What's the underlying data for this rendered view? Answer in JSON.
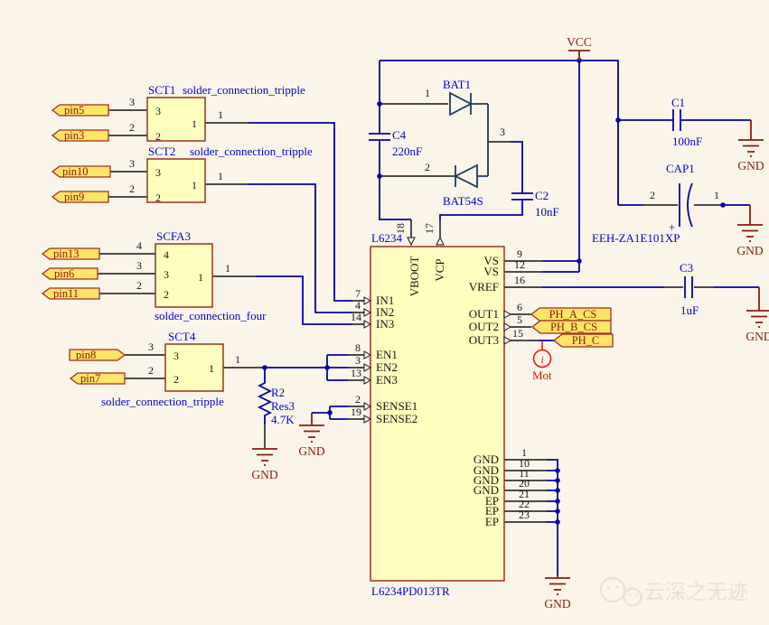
{
  "power": {
    "vcc": "VCC",
    "gnd": "GND"
  },
  "connectors": {
    "sct1": {
      "designator": "SCT1",
      "comment": "solder_connection_tripple",
      "inputs": [
        {
          "port": "pin5",
          "pin": "3"
        },
        {
          "port": "pin3",
          "pin": "2"
        }
      ],
      "output_pin": "1"
    },
    "sct2": {
      "designator": "SCT2",
      "comment": "solder_connection_tripple",
      "inputs": [
        {
          "port": "pin10",
          "pin": "3"
        },
        {
          "port": "pin9",
          "pin": "2"
        }
      ],
      "output_pin": "1"
    },
    "scfa3": {
      "designator": "SCFA3",
      "comment": "solder_connection_four",
      "inputs": [
        {
          "port": "pin13",
          "pin": "4"
        },
        {
          "port": "pin6",
          "pin": "3"
        },
        {
          "port": "pin11",
          "pin": "2"
        }
      ],
      "output_pin": "1"
    },
    "sct4": {
      "designator": "SCT4",
      "comment": "solder_connection_tripple",
      "inputs": [
        {
          "port": "pin8",
          "pin": "3"
        },
        {
          "port": "pin7",
          "pin": "2"
        }
      ],
      "output_pin": "1"
    }
  },
  "ic": {
    "designator": "L6234",
    "part_number": "L6234PD013TR",
    "top_pins": [
      {
        "num": "18",
        "name": "VBOOT"
      },
      {
        "num": "17",
        "name": "VCP"
      }
    ],
    "left_pins": [
      {
        "num": "7",
        "name": "IN1"
      },
      {
        "num": "4",
        "name": "IN2"
      },
      {
        "num": "14",
        "name": "IN3"
      },
      {
        "num": "8",
        "name": "EN1"
      },
      {
        "num": "3",
        "name": "EN2"
      },
      {
        "num": "13",
        "name": "EN3"
      },
      {
        "num": "2",
        "name": "SENSE1"
      },
      {
        "num": "19",
        "name": "SENSE2"
      }
    ],
    "right_pins": [
      {
        "num": "9",
        "name": "VS"
      },
      {
        "num": "12",
        "name": "VS"
      },
      {
        "num": "16",
        "name": "VREF"
      },
      {
        "num": "6",
        "name": "OUT1"
      },
      {
        "num": "5",
        "name": "OUT2"
      },
      {
        "num": "15",
        "name": "OUT3"
      },
      {
        "num": "1",
        "name": "GND"
      },
      {
        "num": "10",
        "name": "GND"
      },
      {
        "num": "11",
        "name": "GND"
      },
      {
        "num": "20",
        "name": "GND"
      },
      {
        "num": "21",
        "name": "EP"
      },
      {
        "num": "22",
        "name": "EP"
      },
      {
        "num": "23",
        "name": "EP"
      }
    ]
  },
  "diode": {
    "designator": "BAT1",
    "part": "BAT54S",
    "pins": {
      "p1": "1",
      "p2": "2",
      "p3": "3"
    }
  },
  "capacitors": {
    "c1": {
      "designator": "C1",
      "value": "100nF"
    },
    "c2": {
      "designator": "C2",
      "value": "10nF"
    },
    "c3": {
      "designator": "C3",
      "value": "1uF"
    },
    "c4": {
      "designator": "C4",
      "value": "220nF"
    },
    "cap1": {
      "designator": "CAP1",
      "value": "EEH-ZA1E101XP",
      "plus": "+",
      "pin1": "1",
      "pin2": "2"
    }
  },
  "resistor": {
    "designator": "R2",
    "comment": "Res3",
    "value": "4.7K"
  },
  "net_labels": {
    "ph_a_cs": "PH_A_CS",
    "ph_b_cs": "PH_B_CS",
    "ph_c": "PH_C"
  },
  "current_probe": {
    "label": "Mot",
    "glyph": "i"
  },
  "watermark": {
    "text": "云深之无迹"
  },
  "colors": {
    "background": "#FBF5E9",
    "wire_blue": "#0202A8",
    "label_blue": "#0202CE",
    "component_fill": "#FFFFBE",
    "port_fill": "#FFE566",
    "component_border": "#9D2F21",
    "power_red": "#8C1A0E",
    "probe_red": "#E81010",
    "diode_navy": "#1C3D5E"
  }
}
